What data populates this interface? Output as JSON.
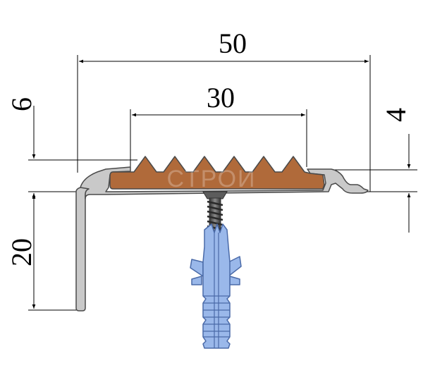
{
  "dimensions": {
    "overall_width": "50",
    "insert_width": "30",
    "profile_height": "6",
    "insert_height": "4",
    "leg_height": "20"
  },
  "watermark": "СТРОЙ",
  "colors": {
    "aluminium": "#c9c9c9",
    "aluminium_edge": "#4a4a4a",
    "rubber_insert": "#b06a3a",
    "screw": "#5c5c5c",
    "dowel": "#9ab8ea",
    "dowel_edge": "#4a6aa8"
  }
}
